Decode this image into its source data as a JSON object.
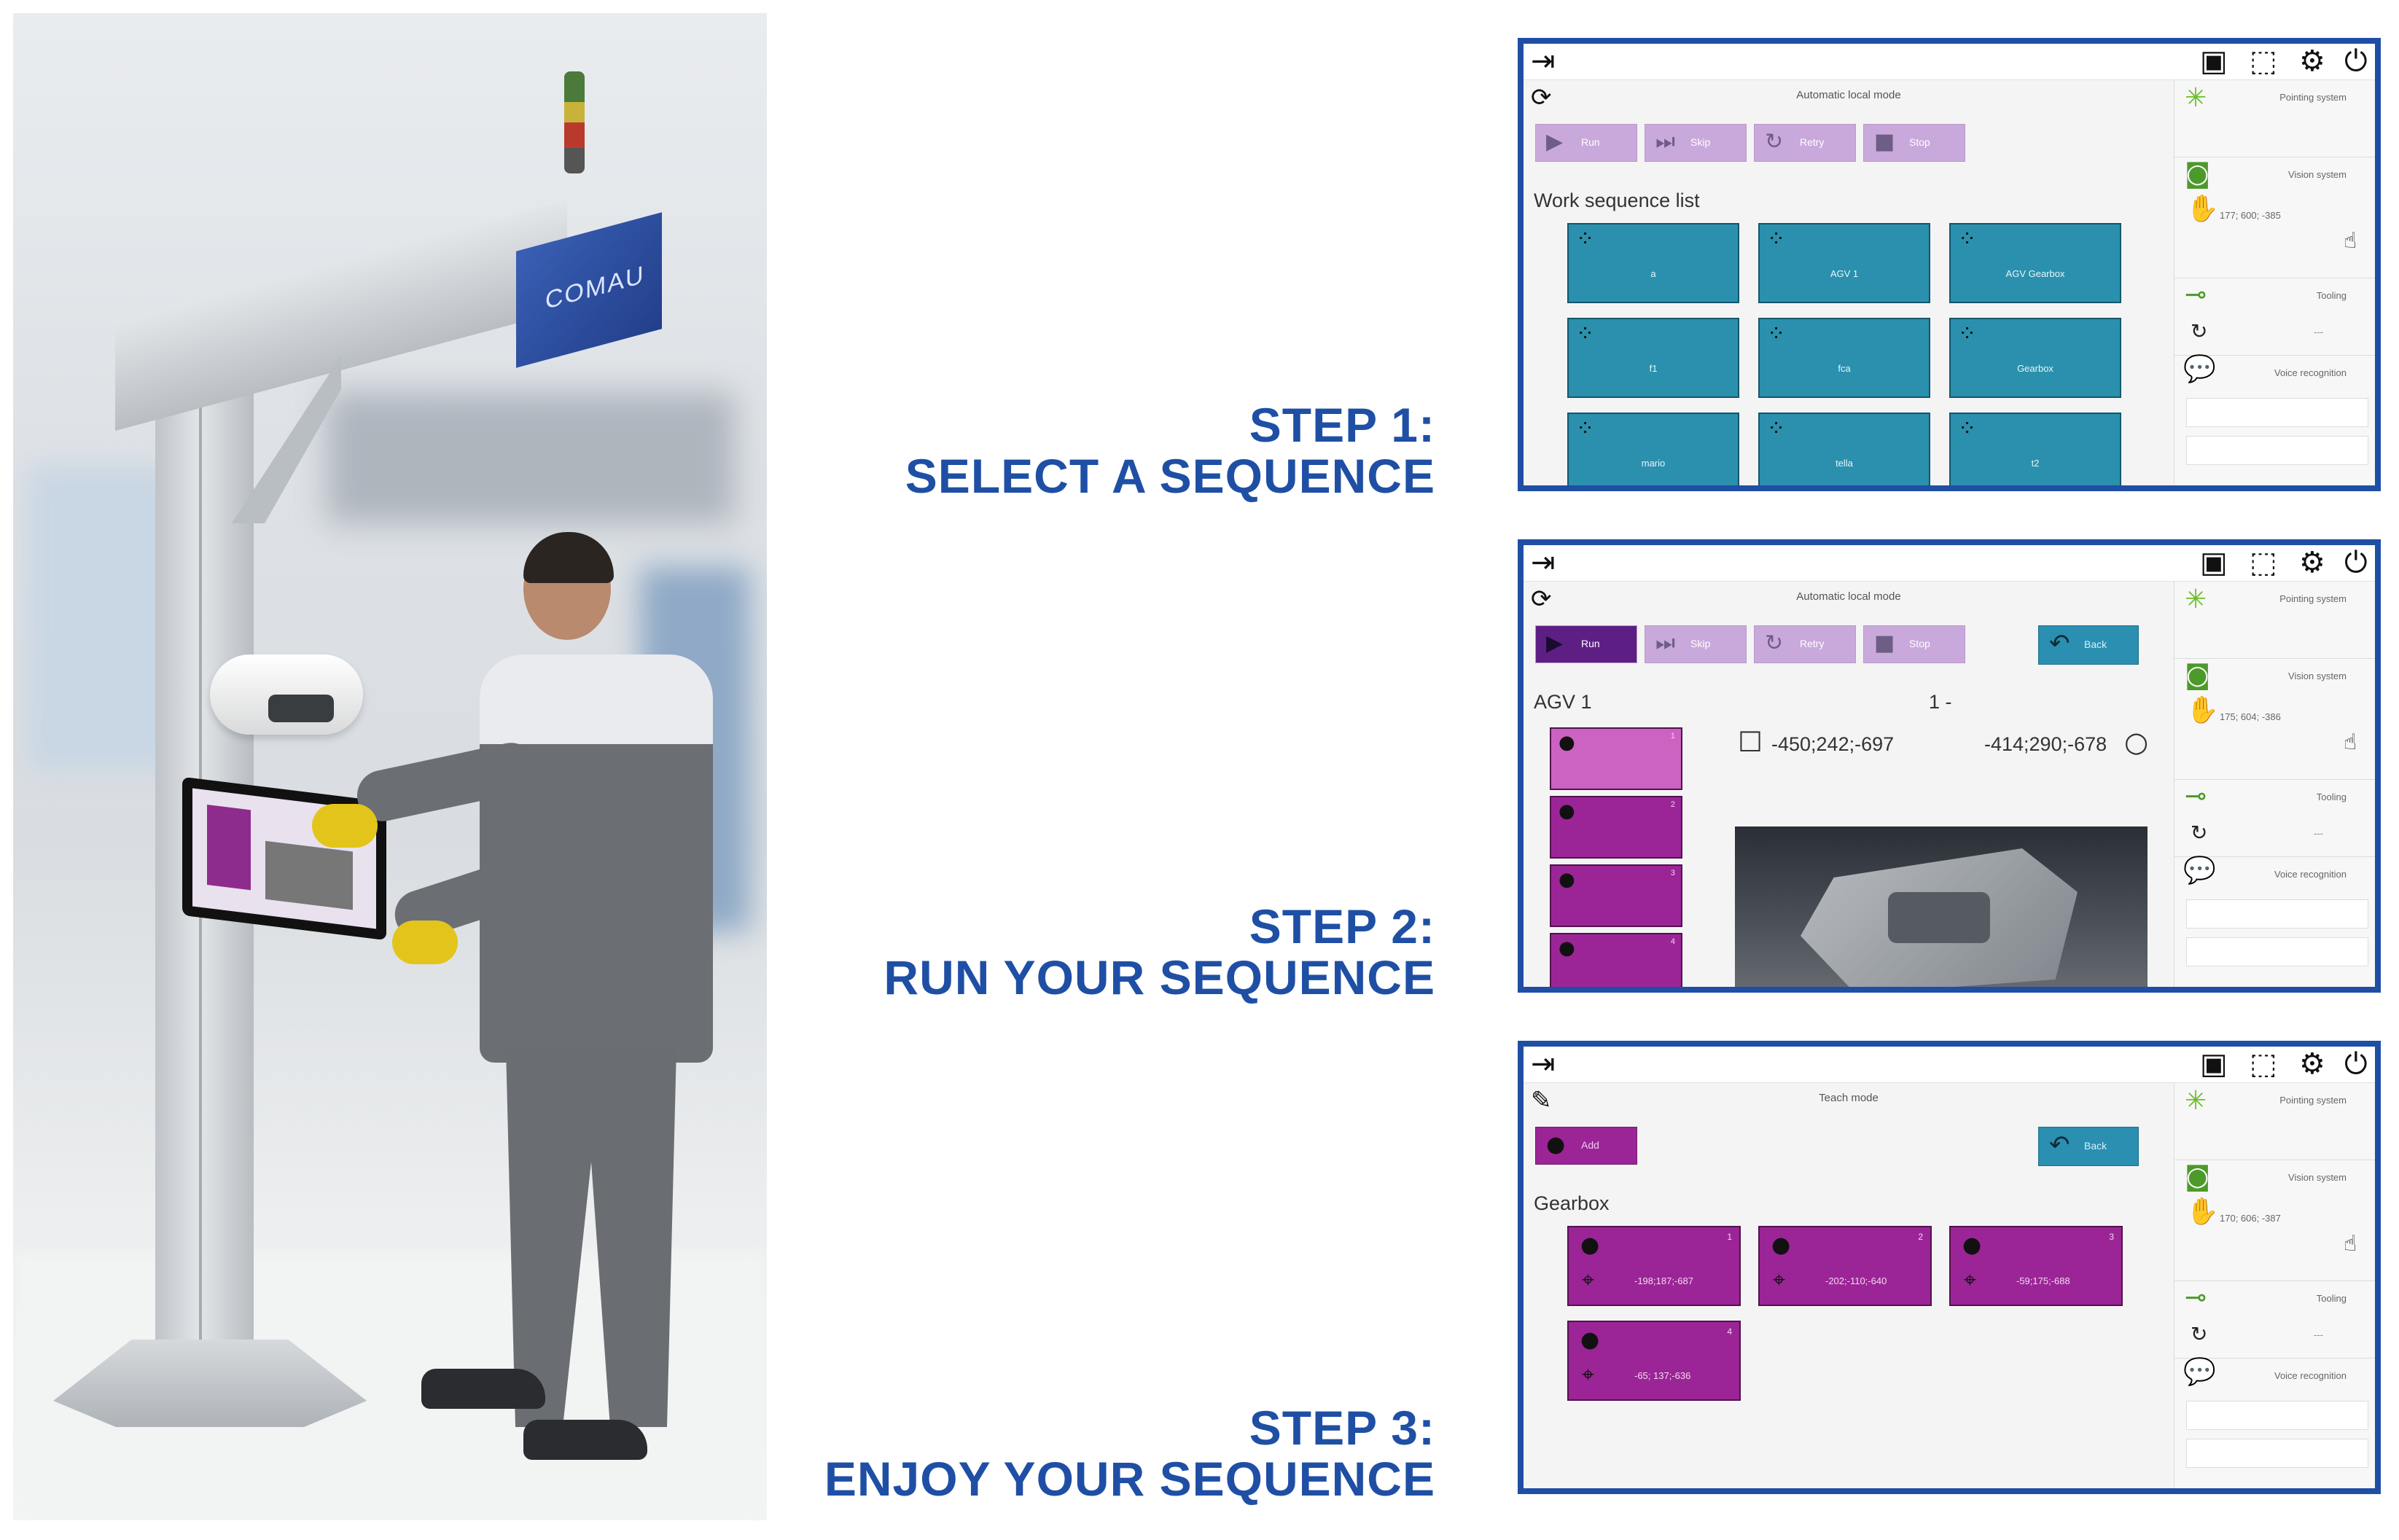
{
  "steps": [
    {
      "line1": "STEP 1:",
      "line2": "SELECT A SEQUENCE"
    },
    {
      "line1": "STEP 2:",
      "line2": "RUN YOUR SEQUENCE"
    },
    {
      "line1": "STEP 3:",
      "line2": "ENJOY YOUR SEQUENCE"
    }
  ],
  "photo": {
    "brand": "COMAU"
  },
  "colors": {
    "frame": "#1f4fa5",
    "teal_tile": "#2a90ad",
    "purple_tile": "#9b2596",
    "button": "#c9a9db",
    "back": "#2a8fb1"
  },
  "icons": {
    "login": "login-icon",
    "window": "window-icon",
    "fullscreen": "fullscreen-icon",
    "settings": "gear-icon",
    "power": "power-icon"
  },
  "buttons": {
    "run": "Run",
    "skip": "Skip",
    "retry": "Retry",
    "stop": "Stop",
    "back": "Back",
    "add": "Add"
  },
  "side": {
    "pointing": "Pointing system",
    "vision": "Vision system",
    "tooling": "Tooling",
    "voice": "Voice recognition",
    "dash": "---"
  },
  "screen1": {
    "mode": "Automatic local mode",
    "list_title": "Work sequence list",
    "tiles": [
      "a",
      "AGV 1",
      "AGV Gearbox",
      "f1",
      "fca",
      "Gearbox",
      "mario",
      "tella",
      "t2"
    ],
    "vision_value": "177; 600; -385"
  },
  "screen2": {
    "mode": "Automatic local mode",
    "title": "AGV 1",
    "step_no": "1 -",
    "coord_left": "-450;242;-697",
    "coord_right": "-414;290;-678",
    "steps": [
      "1",
      "2",
      "3",
      "4"
    ],
    "vision_value": "175; 604; -386"
  },
  "screen3": {
    "mode": "Teach mode",
    "title": "Gearbox",
    "tiles": [
      {
        "num": "1",
        "coord": "-198;187;-687"
      },
      {
        "num": "2",
        "coord": "-202;-110;-640"
      },
      {
        "num": "3",
        "coord": "-59;175;-688"
      },
      {
        "num": "4",
        "coord": "-65; 137;-636"
      }
    ],
    "vision_value": "170; 606; -387"
  }
}
